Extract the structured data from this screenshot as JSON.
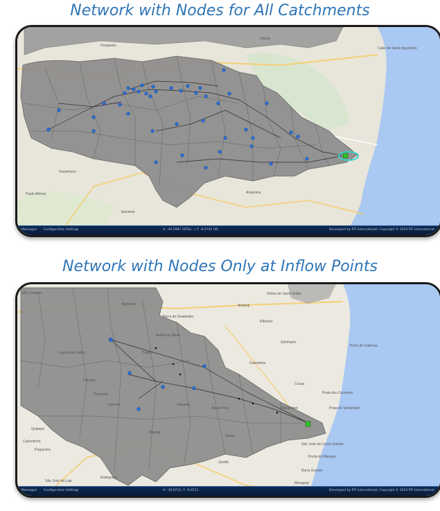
{
  "titles": {
    "top": "Network with Nodes for All Catchments",
    "bottom": "Network with Nodes Only at Inflow Points"
  },
  "panel1": {
    "statusbar": {
      "left": "Messages",
      "menu": "Configuration Settings",
      "center": "X: -40.5987 (EPSG...) Y: -8.0745 (M)",
      "right": "Developed by RTI International; Copyright © 2016 RTI International"
    },
    "places": [
      "Cabo de Santo Agostinho",
      "Jatobá",
      "Pesqueira",
      "Garanhuns",
      "Paulo Afonso",
      "Arapiraca",
      "Ipanema"
    ]
  },
  "panel2": {
    "statusbar": {
      "left": "Messages",
      "menu": "Configuration Settings",
      "center": "X: -36.8715, Y: -9.4511",
      "right": "Developed by RTI International; Copyright © 2016 RTI International"
    },
    "places": [
      "São Caetano",
      "Barra de Guabiraba",
      "Amaraji",
      "Agrestina",
      "Cupira",
      "Belém de Maria",
      "Ribeirão",
      "Sirinhaém",
      "Gameleira",
      "Cocau",
      "Tamandaré",
      "Porto de Galinhas",
      "Praia dos Carneiros",
      "Praia de Tamandaré",
      "São José da Coroa Grande",
      "Ponta do Mangue",
      "Barra Grande",
      "Maragogi",
      "Jundiá",
      "Palmares",
      "Catende",
      "Quipapá",
      "Panelas",
      "Canhotinho",
      "Paquevira",
      "São José da Laje",
      "Ibateguara",
      "Jaqueira",
      "Lagoa dos Gatos",
      "Maraial",
      "Xexéu",
      "Água Preta",
      "Vitória de Santo Antão"
    ]
  }
}
